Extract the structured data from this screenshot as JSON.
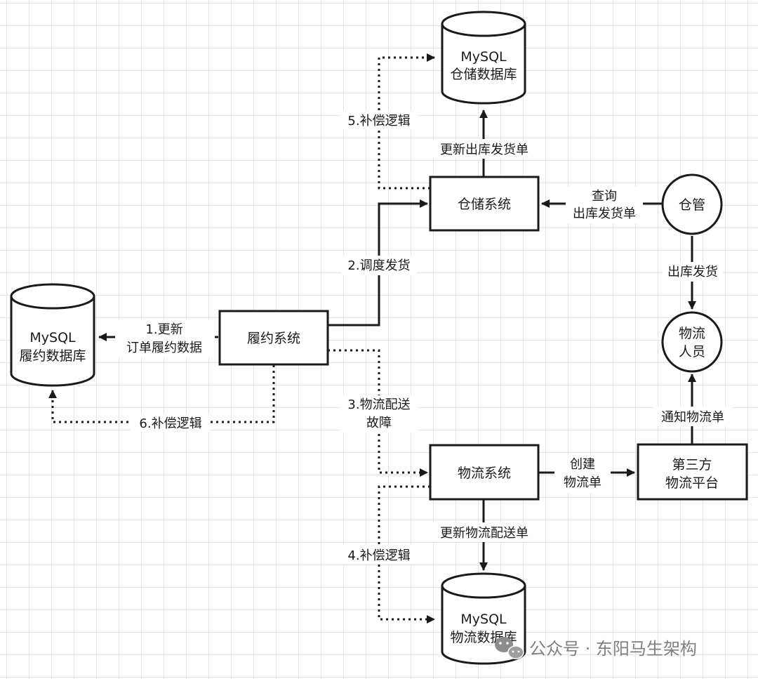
{
  "nodes": {
    "warehouse_db": {
      "line1": "MySQL",
      "line2": "仓储数据库"
    },
    "fulfillment_db": {
      "line1": "MySQL",
      "line2": "履约数据库"
    },
    "logistics_db": {
      "line1": "MySQL",
      "line2": "物流数据库"
    },
    "warehouse_system": {
      "label": "仓储系统"
    },
    "fulfillment_system": {
      "label": "履约系统"
    },
    "logistics_system": {
      "label": "物流系统"
    },
    "third_party_platform": {
      "line1": "第三方",
      "line2": "物流平台"
    },
    "warehouse_keeper": {
      "label": "仓管"
    },
    "logistics_staff": {
      "line1": "物流",
      "line2": "人员"
    }
  },
  "edges": {
    "update_outbound_order": "更新出库发货单",
    "compensation_5": "5.补偿逻辑",
    "query_line1": "查询",
    "query_line2": "出库发货单",
    "outbound_ship": "出库发货",
    "dispatch_shipping": "2.调度发货",
    "update_order_line1": "1.更新",
    "update_order_line2": "订单履约数据",
    "compensation_6": "6.补偿逻辑",
    "delivery_fault_line1": "3.物流配送",
    "delivery_fault_line2": "故障",
    "create_line1": "创建",
    "create_line2": "物流单",
    "notify_logistics_order": "通知物流单",
    "update_delivery_order": "更新物流配送单",
    "compensation_4": "4.补偿逻辑"
  },
  "watermark": {
    "text": "公众号 · 东阳马生架构",
    "icon": "wechat-icon"
  }
}
